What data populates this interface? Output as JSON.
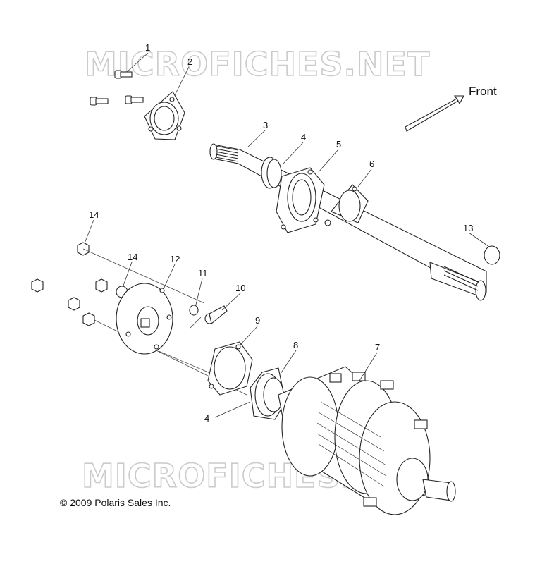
{
  "watermark_text": "MICROFICHES.NET",
  "direction_label": "Front",
  "copyright": "© 2009 Polaris Sales Inc.",
  "callouts": [
    {
      "id": "c1",
      "text": "1"
    },
    {
      "id": "c2",
      "text": "2"
    },
    {
      "id": "c3",
      "text": "3"
    },
    {
      "id": "c4a",
      "text": "4"
    },
    {
      "id": "c5",
      "text": "5"
    },
    {
      "id": "c6",
      "text": "6"
    },
    {
      "id": "c7",
      "text": "7"
    },
    {
      "id": "c8",
      "text": "8"
    },
    {
      "id": "c9",
      "text": "9"
    },
    {
      "id": "c10",
      "text": "10"
    },
    {
      "id": "c11",
      "text": "11"
    },
    {
      "id": "c12",
      "text": "12"
    },
    {
      "id": "c13",
      "text": "13"
    },
    {
      "id": "c14a",
      "text": "14"
    },
    {
      "id": "c14b",
      "text": "14"
    },
    {
      "id": "c4b",
      "text": "4"
    }
  ]
}
